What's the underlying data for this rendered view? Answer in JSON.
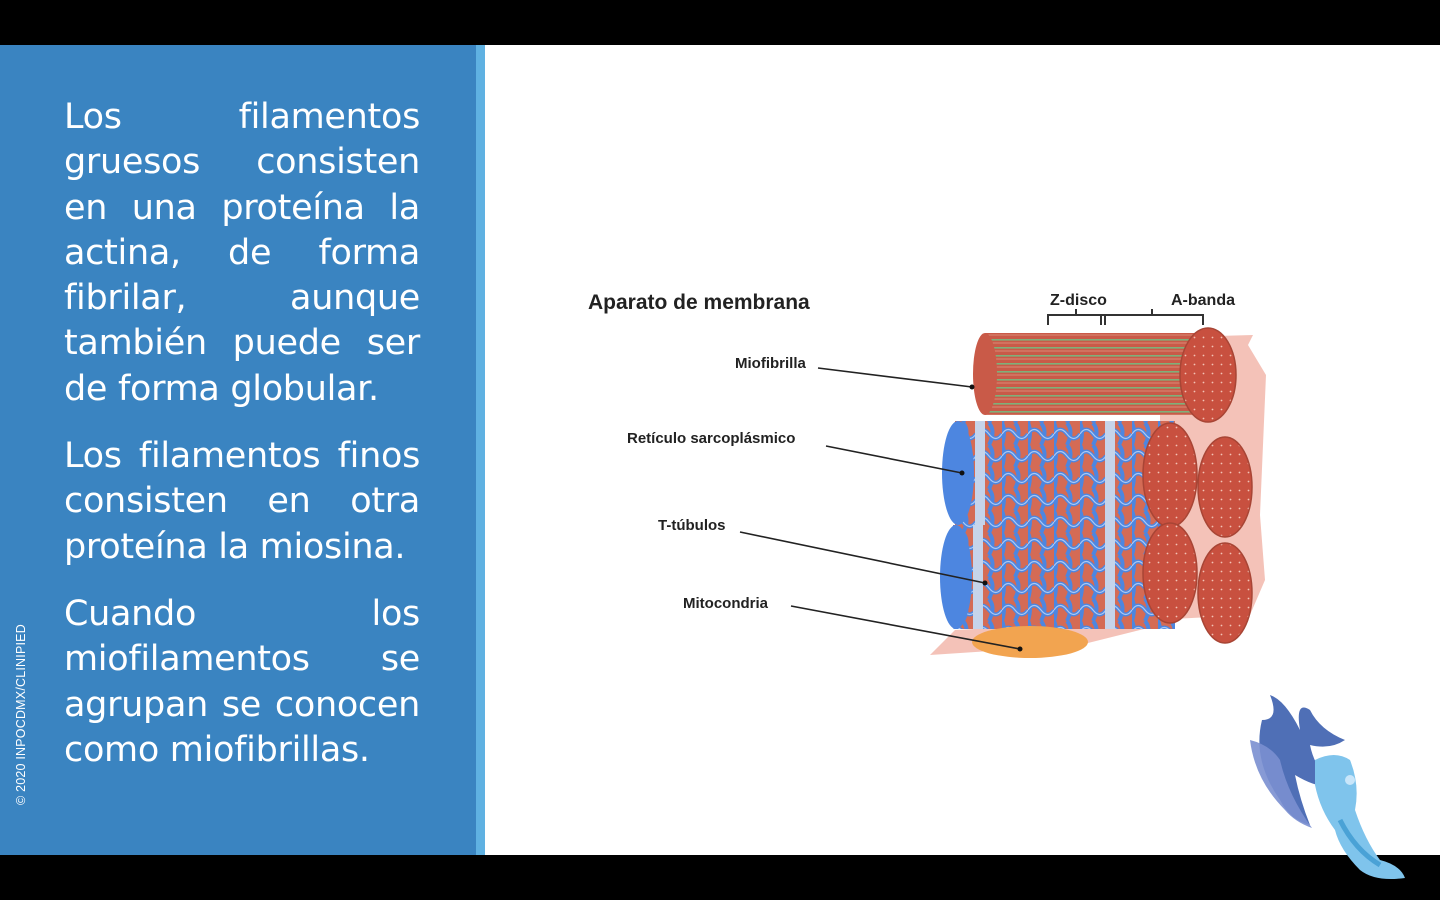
{
  "left_panel": {
    "paragraphs": [
      "Los filamentos gruesos consisten en una proteína la actina, de forma fibrilar, aunque también puede ser de forma globular.",
      "Los filamentos finos consisten en otra proteína la miosina.",
      "Cuando los miofilamentos se agrupan se conocen como miofibrillas."
    ],
    "copyright": "© 2020 INPOCDMX/CLINIPIED"
  },
  "diagram": {
    "title": "Aparato de membrana",
    "labels": {
      "z_disk": "Z-disco",
      "a_band": "A-banda",
      "myofibril": "Miofibrilla",
      "sarcoplasmic_reticulum": "Retículo sarcoplásmico",
      "t_tubules": "T-túbulos",
      "mitochondria": "Mitocondria"
    }
  },
  "colors": {
    "panel_blue": "#3a84c1",
    "accent_blue": "#5fb1e2",
    "muscle_red": "#c9604f",
    "reticulum_blue": "#5b8fe0",
    "mitochondria_orange": "#f2a450"
  },
  "logo": {
    "icon": "winged-foot-logo-icon"
  }
}
